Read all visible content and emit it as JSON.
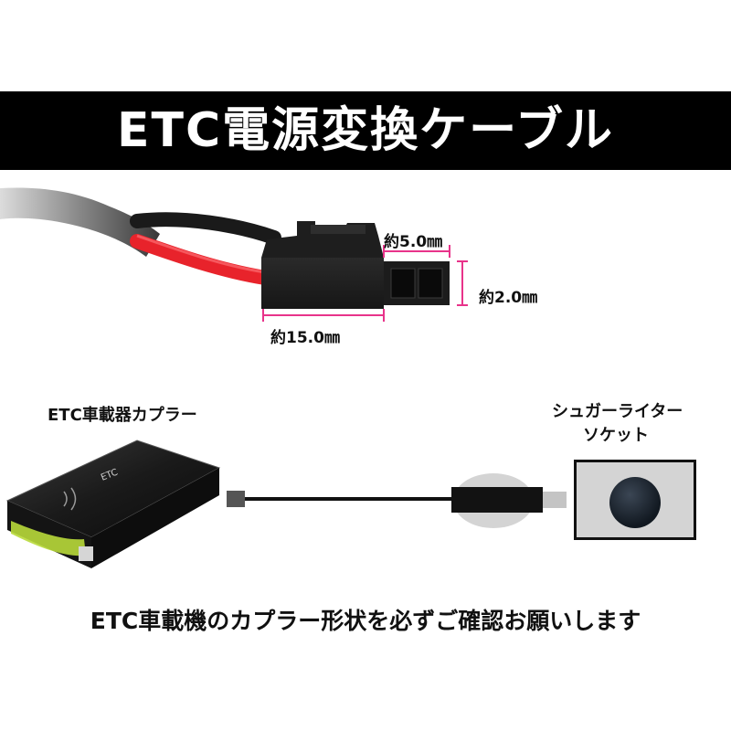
{
  "title": "ETC電源変換ケーブル",
  "dimensions": {
    "width_label": "約5.0㎜",
    "height_label": "約2.0㎜",
    "length_label": "約15.0㎜"
  },
  "diagram": {
    "coupler_label": "ETC車載器カプラー",
    "socket_label_line1": "シュガーライター",
    "socket_label_line2": "ソケット",
    "device_text": "ETC"
  },
  "notice": "ETC車載機のカプラー形状を必ずご確認お願いします",
  "colors": {
    "title_bg": "#000000",
    "title_fg": "#ffffff",
    "dimension_line": "#e8338a",
    "device_accent": "#b8d93a"
  }
}
